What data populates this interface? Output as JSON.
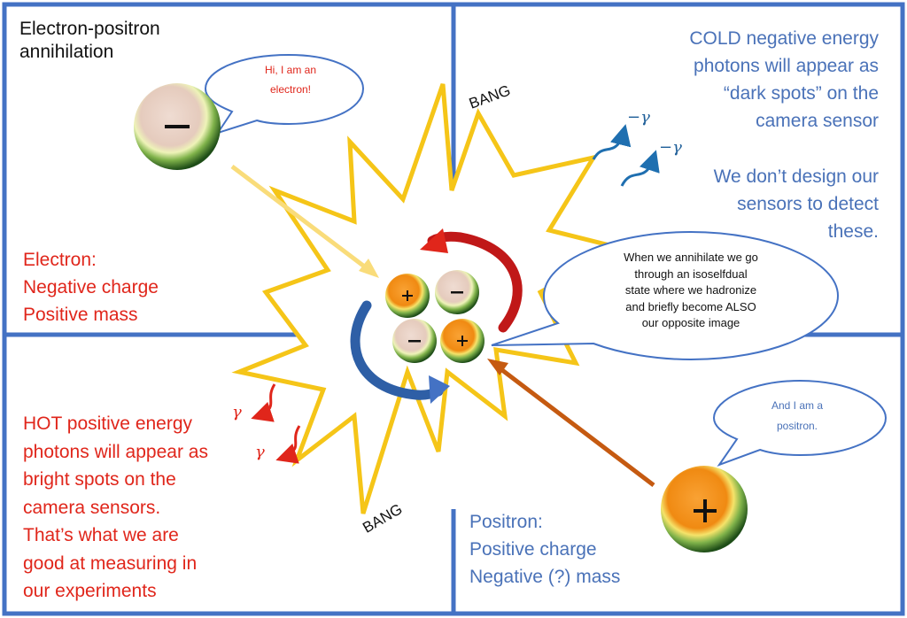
{
  "title": "Electron-positron\nannihilation",
  "electron": {
    "bubble": "Hi, I am an\nelectron!",
    "properties": "Electron:\nNegative charge\nPositive mass",
    "sign": "–"
  },
  "positron": {
    "bubble": "And I am a\npositron.",
    "properties": "Positron:\nPositive charge\nNegative (?) mass",
    "sign": "+"
  },
  "center_bubble": "When we annihilate we go\nthrough an isoselfdual\nstate where we hadronize\nand briefly become ALSO\nour opposite image",
  "cold_text": "COLD negative energy\nphotons will appear as\n“dark spots” on the\ncamera sensor",
  "design_text": "We don’t design our\nsensors to detect\nthese.",
  "hot_text": "HOT positive energy\nphotons will appear as\nbright spots on the\ncamera sensors.\nThat’s what we are\ngood at measuring in\nour experiments",
  "bang_labels": [
    "BANG",
    "BANG"
  ],
  "neg_photon_label": "−γ",
  "pos_photon_label": "γ",
  "colors": {
    "frame": "#4472c4",
    "red_text": "#e0261b",
    "blue_text": "#4a72b8",
    "explosion": "#f5c518",
    "electron_sphere": "#e8d2c6",
    "positron_sphere": "#f7931e",
    "sphere_rim": "#3a7a2a"
  },
  "icons": [
    "explosion-icon",
    "electron-sphere-icon",
    "positron-sphere-icon",
    "arrow-icon",
    "wavy-photon-icon"
  ]
}
